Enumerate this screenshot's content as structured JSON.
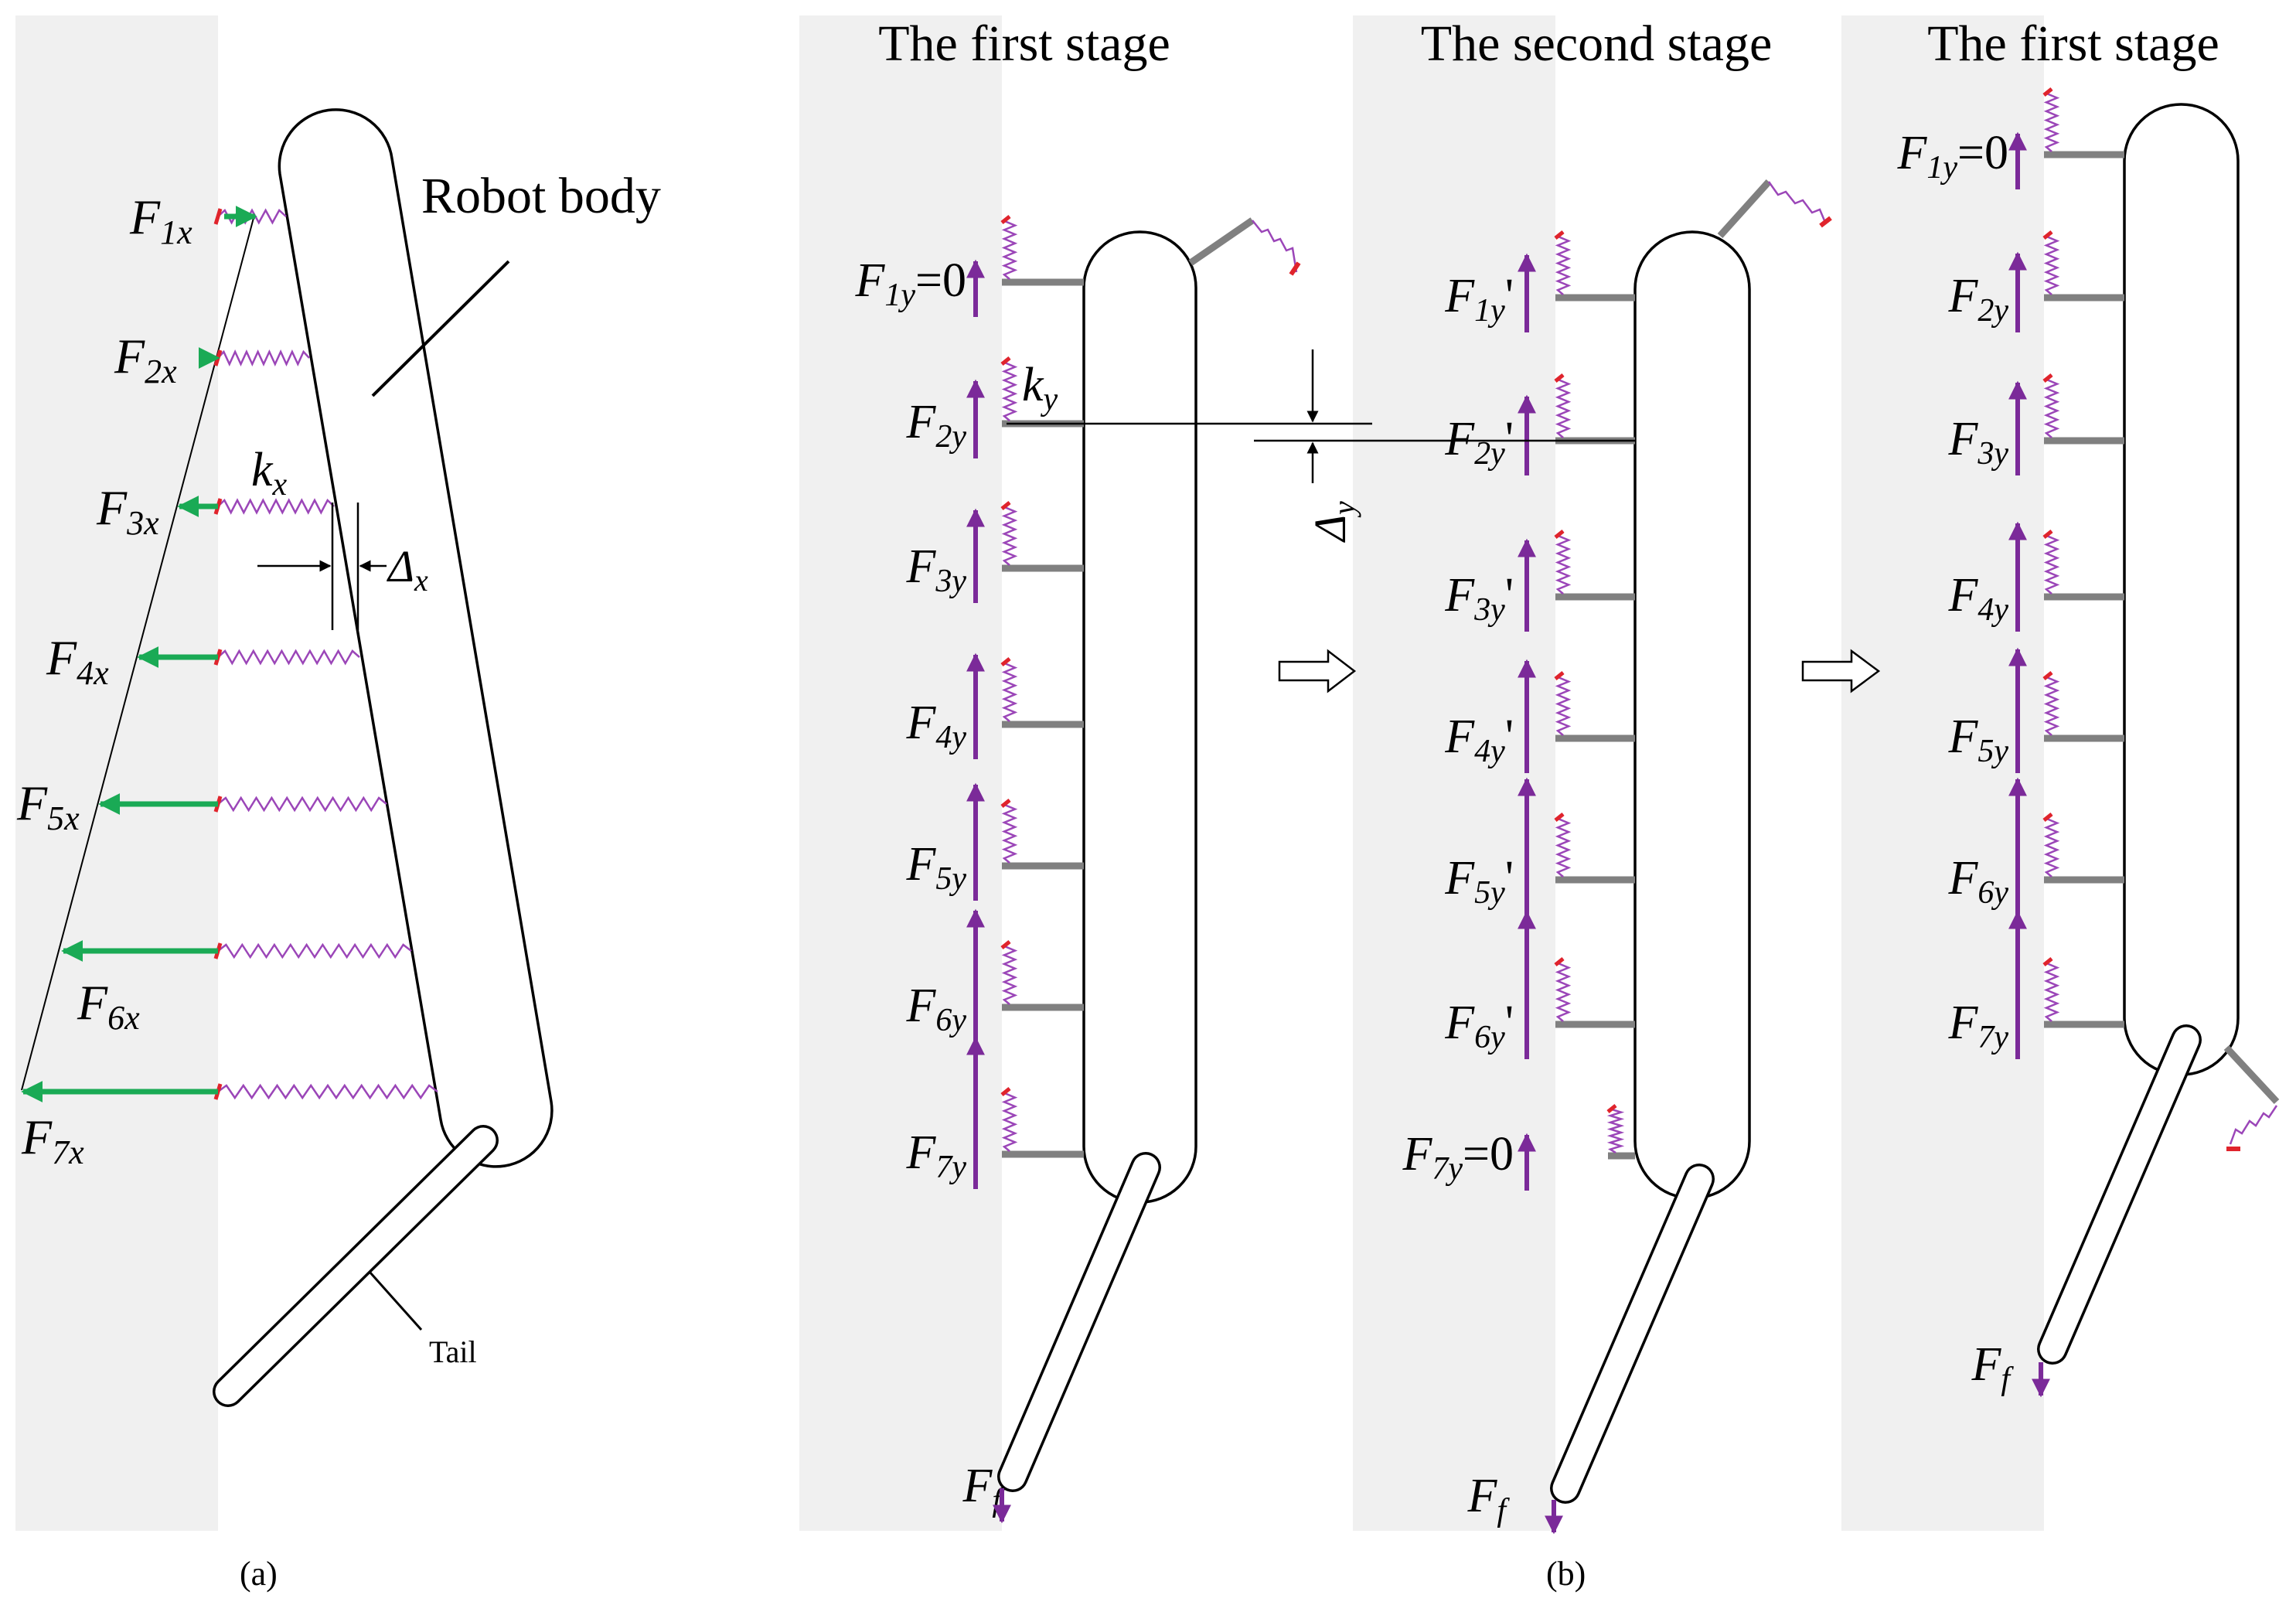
{
  "colors": {
    "wall": "#f0f0f0",
    "green": "#1aaa55",
    "purple": "#7b2a99",
    "spring": "#9b46b8",
    "pad": "#e0242c",
    "leg": "#808080",
    "line": "#000000"
  },
  "panel_a": {
    "robot_body": "Robot body",
    "tail": "Tail",
    "k": {
      "main": "k",
      "sub": "x"
    },
    "delta": {
      "main": "Δ",
      "sub": "x"
    },
    "caption": "(a)",
    "forces": [
      {
        "main": "F",
        "sub": "1x"
      },
      {
        "main": "F",
        "sub": "2x"
      },
      {
        "main": "F",
        "sub": "3x"
      },
      {
        "main": "F",
        "sub": "4x"
      },
      {
        "main": "F",
        "sub": "5x"
      },
      {
        "main": "F",
        "sub": "6x"
      },
      {
        "main": "F",
        "sub": "7x"
      }
    ]
  },
  "panel_b": {
    "caption": "(b)",
    "stages": [
      {
        "title": "The first stage",
        "forces": [
          {
            "main": "F",
            "sub": "1y",
            "suffix": "=0"
          },
          {
            "main": "F",
            "sub": "2y",
            "suffix": ""
          },
          {
            "main": "F",
            "sub": "3y",
            "suffix": ""
          },
          {
            "main": "F",
            "sub": "4y",
            "suffix": ""
          },
          {
            "main": "F",
            "sub": "5y",
            "suffix": ""
          },
          {
            "main": "F",
            "sub": "6y",
            "suffix": ""
          },
          {
            "main": "F",
            "sub": "7y",
            "suffix": ""
          }
        ],
        "tail_force": {
          "main": "F",
          "sub": "f"
        },
        "k": {
          "main": "k",
          "sub": "y"
        }
      },
      {
        "title": "The second stage",
        "forces": [
          {
            "main": "F",
            "sub": "1y",
            "suffix": "'"
          },
          {
            "main": "F",
            "sub": "2y",
            "suffix": "'"
          },
          {
            "main": "F",
            "sub": "3y",
            "suffix": "'"
          },
          {
            "main": "F",
            "sub": "4y",
            "suffix": "'"
          },
          {
            "main": "F",
            "sub": "5y",
            "suffix": "'"
          },
          {
            "main": "F",
            "sub": "6y",
            "suffix": "'"
          },
          {
            "main": "F",
            "sub": "7y",
            "suffix": "=0"
          }
        ],
        "tail_force": {
          "main": "F",
          "sub": "f"
        },
        "delta": {
          "main": "Δ",
          "sub": "y"
        }
      },
      {
        "title": "The first stage",
        "forces": [
          {
            "main": "F",
            "sub": "1y",
            "suffix": "=0"
          },
          {
            "main": "F",
            "sub": "2y",
            "suffix": ""
          },
          {
            "main": "F",
            "sub": "3y",
            "suffix": ""
          },
          {
            "main": "F",
            "sub": "4y",
            "suffix": ""
          },
          {
            "main": "F",
            "sub": "5y",
            "suffix": ""
          },
          {
            "main": "F",
            "sub": "6y",
            "suffix": ""
          },
          {
            "main": "F",
            "sub": "7y",
            "suffix": ""
          }
        ],
        "tail_force": {
          "main": "F",
          "sub": "f"
        }
      }
    ]
  }
}
